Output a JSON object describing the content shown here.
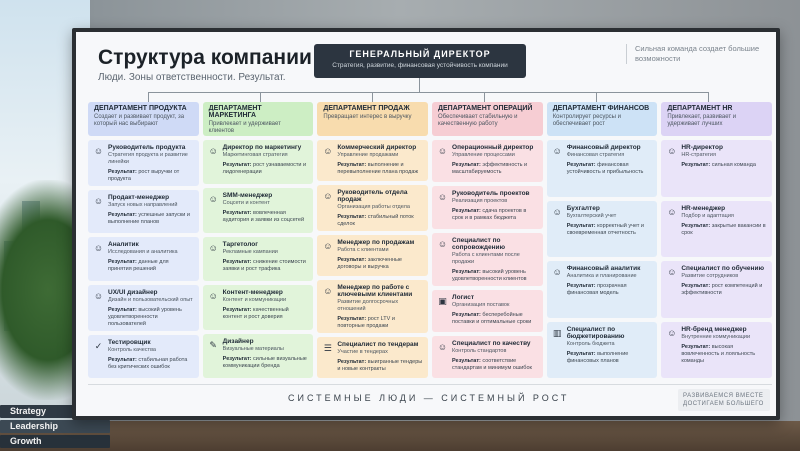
{
  "background": {
    "books": [
      "Strategy",
      "Leadership",
      "Growth"
    ]
  },
  "board": {
    "title": "Структура компании",
    "subtitle": "Люди. Зоны ответственности. Результат.",
    "motto": "Сильная команда создает большие возможности",
    "ceo": {
      "title": "ГЕНЕРАЛЬНЫЙ ДИРЕКТОР",
      "description": "Стратегия, развитие, финансовая устойчивость компании"
    },
    "result_label": "Результат:",
    "footer": {
      "main": "СИСТЕМНЫЕ ЛЮДИ — СИСТЕМНЫЙ РОСТ",
      "side": "РАЗВИВАЕМСЯ ВМЕСТЕ ДОСТИГАЕМ БОЛЬШЕГО"
    },
    "departments": [
      {
        "name": "ДЕПАРТАМЕНТ ПРОДУКТА",
        "description": "Создает и развивает продукт, за который нас выбирают",
        "header_color": "#cfdaf6",
        "card_color": "#e3eafa",
        "roles": [
          {
            "title": "Руководитель продукта",
            "role": "Стратегия продукта и развитие линейки",
            "result": "рост выручки от продукта",
            "icon": "person-icon"
          },
          {
            "title": "Продакт-менеджер",
            "role": "Запуск новых направлений",
            "result": "успешные запуски и выполнение планов",
            "icon": "person-icon"
          },
          {
            "title": "Аналитик",
            "role": "Исследования и аналитика",
            "result": "данные для принятия решений",
            "icon": "person-icon"
          },
          {
            "title": "UX/UI дизайнер",
            "role": "Дизайн и пользовательский опыт",
            "result": "высокий уровень удовлетворенности пользователей",
            "icon": "person-icon"
          },
          {
            "title": "Тестировщик",
            "role": "Контроль качества",
            "result": "стабильная работа без критических ошибок",
            "icon": "check-icon"
          }
        ]
      },
      {
        "name": "ДЕПАРТАМЕНТ МАРКЕТИНГА",
        "description": "Привлекает и удерживает клиентов",
        "header_color": "#cdeec4",
        "card_color": "#e1f4da",
        "roles": [
          {
            "title": "Директор по маркетингу",
            "role": "Маркетинговая стратегия",
            "result": "рост узнаваемости и лидогенерации",
            "icon": "person-icon"
          },
          {
            "title": "SMM-менеджер",
            "role": "Соцсети и контент",
            "result": "вовлеченная аудитория и заявки из соцсетей",
            "icon": "person-icon"
          },
          {
            "title": "Таргетолог",
            "role": "Рекламные кампании",
            "result": "снижение стоимости заявки и рост трафика",
            "icon": "person-icon"
          },
          {
            "title": "Контент-менеджер",
            "role": "Контент и коммуникации",
            "result": "качественный контент и рост доверия",
            "icon": "person-icon"
          },
          {
            "title": "Дизайнер",
            "role": "Визуальные материалы",
            "result": "сильные визуальные коммуникации бренда",
            "icon": "pen-icon"
          }
        ]
      },
      {
        "name": "ДЕПАРТАМЕНТ ПРОДАЖ",
        "description": "Превращает интерес в выручку",
        "header_color": "#f8dcae",
        "card_color": "#fbe9cc",
        "roles": [
          {
            "title": "Коммерческий директор",
            "role": "Управление продажами",
            "result": "выполнение и перевыполнение плана продаж",
            "icon": "person-icon"
          },
          {
            "title": "Руководитель отдела продаж",
            "role": "Организация работы отдела",
            "result": "стабильный поток сделок",
            "icon": "person-icon"
          },
          {
            "title": "Менеджер по продажам",
            "role": "Работа с клиентами",
            "result": "заключенные договоры и выручка",
            "icon": "person-icon"
          },
          {
            "title": "Менеджер по работе с ключевыми клиентами",
            "role": "Развитие долгосрочных отношений",
            "result": "рост LTV и повторные продажи",
            "icon": "person-icon"
          },
          {
            "title": "Специалист по тендерам",
            "role": "Участие в тендерах",
            "result": "выигранные тендеры и новые контракты",
            "icon": "document-icon"
          }
        ]
      },
      {
        "name": "ДЕПАРТАМЕНТ ОПЕРАЦИЙ",
        "description": "Обеспечивает стабильную и качественную работу",
        "header_color": "#f6cdd3",
        "card_color": "#fae0e4",
        "roles": [
          {
            "title": "Операционный директор",
            "role": "Управление процессами",
            "result": "эффективность и масштабируемость",
            "icon": "person-icon"
          },
          {
            "title": "Руководитель проектов",
            "role": "Реализация проектов",
            "result": "сдача проектов в срок и в рамках бюджета",
            "icon": "person-icon"
          },
          {
            "title": "Специалист по сопровождению",
            "role": "Работа с клиентами после продажи",
            "result": "высокий уровень удовлетворенности клиентов",
            "icon": "person-icon"
          },
          {
            "title": "Логист",
            "role": "Организация поставок",
            "result": "бесперебойные поставки и оптимальные сроки",
            "icon": "truck-icon"
          },
          {
            "title": "Специалист по качеству",
            "role": "Контроль стандартов",
            "result": "соответствие стандартам и минимум ошибок",
            "icon": "person-icon"
          }
        ]
      },
      {
        "name": "ДЕПАРТАМЕНТ ФИНАНСОВ",
        "description": "Контролирует ресурсы и обеспечивает рост",
        "header_color": "#cde2f6",
        "card_color": "#e0ecf8",
        "roles": [
          {
            "title": "Финансовый директор",
            "role": "Финансовая стратегия",
            "result": "финансовая устойчивость и прибыльность",
            "icon": "person-icon"
          },
          {
            "title": "Бухгалтер",
            "role": "Бухгалтерский учет",
            "result": "корректный учет и своевременная отчетность",
            "icon": "person-icon"
          },
          {
            "title": "Финансовый аналитик",
            "role": "Аналитика и планирование",
            "result": "прозрачная финансовая модель",
            "icon": "person-icon"
          },
          {
            "title": "Специалист по бюджетированию",
            "role": "Контроль бюджета",
            "result": "выполнение финансовых планов",
            "icon": "chart-icon"
          }
        ]
      },
      {
        "name": "ДЕПАРТАМЕНТ HR",
        "description": "Привлекает, развивает и удерживает лучших",
        "header_color": "#dcd3f5",
        "card_color": "#eae4f9",
        "roles": [
          {
            "title": "HR-директор",
            "role": "HR-стратегия",
            "result": "сильная команда",
            "icon": "person-icon"
          },
          {
            "title": "HR-менеджер",
            "role": "Подбор и адаптация",
            "result": "закрытые вакансии в срок",
            "icon": "person-icon"
          },
          {
            "title": "Специалист по обучению",
            "role": "Развитие сотрудников",
            "result": "рост компетенций и эффективности",
            "icon": "person-icon"
          },
          {
            "title": "HR-бренд менеджер",
            "role": "Внутренние коммуникации",
            "result": "высокая вовлеченность и лояльность команды",
            "icon": "person-icon"
          }
        ]
      }
    ]
  }
}
